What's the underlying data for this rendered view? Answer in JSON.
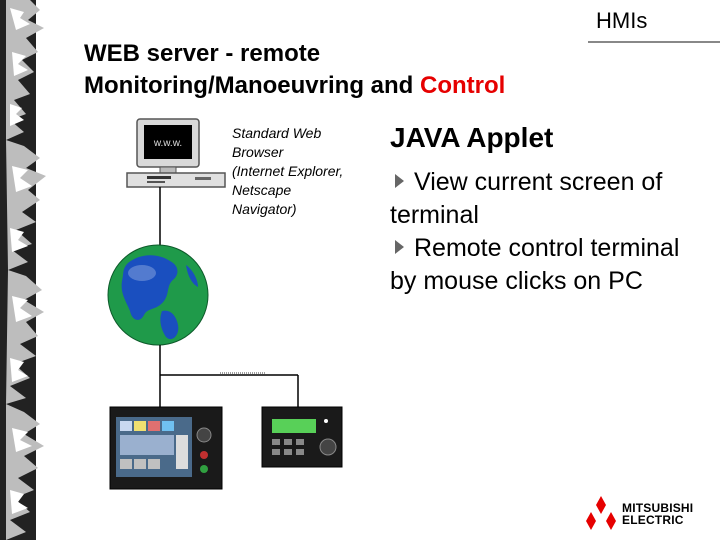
{
  "header": {
    "tag": "HMIs",
    "title_line1": "WEB server - remote",
    "title_line2_prefix": "Monitoring/Manoeuvring and ",
    "title_line2_highlight": "Control"
  },
  "diagram": {
    "monitor_screen_text": "w.w.w.",
    "browser_note": [
      "Standard Web",
      "Browser",
      "(Internet Explorer,",
      "Netscape",
      "Navigator)"
    ]
  },
  "applet": {
    "title": "JAVA Applet",
    "bullets": [
      "View current screen of terminal",
      "Remote control terminal by mouse clicks on PC"
    ]
  },
  "logo": {
    "line1": "MITSUBISHI",
    "line2": "ELECTRIC"
  },
  "colors": {
    "accent_red": "#e60000",
    "globe_sea": "#1f9a4a",
    "globe_land": "#1a4fbf"
  }
}
